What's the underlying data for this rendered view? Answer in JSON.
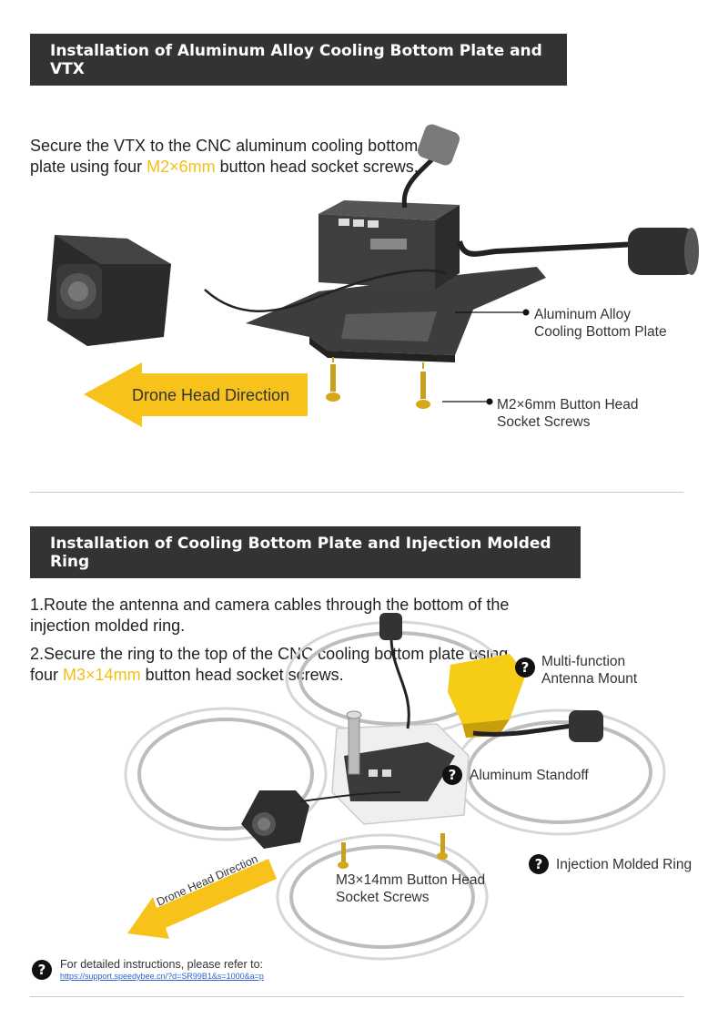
{
  "section1": {
    "title": "Installation of Aluminum Alloy Cooling Bottom Plate and VTX",
    "instruction": {
      "before": "Secure the VTX to the CNC aluminum cooling bottom plate using four ",
      "highlight": "M2×6mm",
      "after": " button head socket screws."
    },
    "arrow_label": "Drone Head Direction",
    "label_plate_line1": "Aluminum Alloy",
    "label_plate_line2": "Cooling Bottom Plate",
    "label_screws_line1": "M2×6mm Button Head",
    "label_screws_line2": "Socket Screws"
  },
  "section2": {
    "title": "Installation of Cooling Bottom Plate and Injection Molded Ring",
    "step1": "1.Route the antenna and camera cables through the bottom of the injection molded ring.",
    "step2": {
      "before": "2.Secure the ring to the top of the CNC cooling bottom plate using four ",
      "highlight": "M3×14mm",
      "after": " button head socket screws."
    },
    "label_mount_line1": "Multi-function",
    "label_mount_line2": "Antenna Mount",
    "label_standoff": "Aluminum Standoff",
    "label_ring": "Injection Molded Ring",
    "label_screws_line1": "M3×14mm Button Head",
    "label_screws_line2": "Socket Screws",
    "arrow_label": "Drone Head Direction"
  },
  "footer": {
    "text": "For detailed instructions, please refer to:",
    "link": "https://support.speedybee.cn/?d=SR99B1&s=1000&a=p"
  },
  "colors": {
    "accent": "#f5bf16",
    "banner": "#333333"
  },
  "icons": {
    "help": "?"
  }
}
